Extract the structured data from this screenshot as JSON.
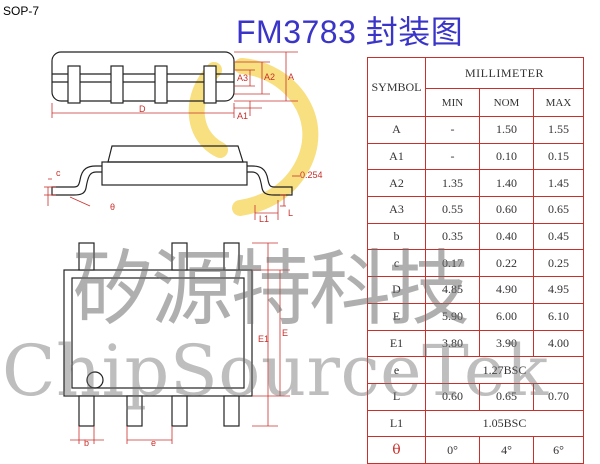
{
  "package": "SOP-7",
  "title": "FM3783 封装图",
  "watermark": {
    "chinese": "矽源特科技",
    "english": "ChipSourceTek"
  },
  "drawing_labels": {
    "A": "A",
    "A1": "A1",
    "A2": "A2",
    "A3": "A3",
    "D": "D",
    "c": "c",
    "theta": "θ",
    "L": "L",
    "L1": "L1",
    "gauge": "0.254",
    "E": "E",
    "E1": "E1",
    "b": "b",
    "e": "e"
  },
  "colors": {
    "title": "#3a35c8",
    "dimension": "#c9302c",
    "outline": "#222222",
    "logo": "#f5d24a"
  },
  "table": {
    "symbol_header": "SYMBOL",
    "unit_header": "MILLIMETER",
    "col_headers": [
      "MIN",
      "NOM",
      "MAX"
    ],
    "rows": [
      {
        "symbol": "A",
        "min": "-",
        "nom": "1.50",
        "max": "1.55"
      },
      {
        "symbol": "A1",
        "min": "-",
        "nom": "0.10",
        "max": "0.15"
      },
      {
        "symbol": "A2",
        "min": "1.35",
        "nom": "1.40",
        "max": "1.45"
      },
      {
        "symbol": "A3",
        "min": "0.55",
        "nom": "0.60",
        "max": "0.65"
      },
      {
        "symbol": "b",
        "min": "0.35",
        "nom": "0.40",
        "max": "0.45"
      },
      {
        "symbol": "c",
        "min": "0.17",
        "nom": "0.22",
        "max": "0.25"
      },
      {
        "symbol": "D",
        "min": "4.85",
        "nom": "4.90",
        "max": "4.95"
      },
      {
        "symbol": "E",
        "min": "5.90",
        "nom": "6.00",
        "max": "6.10"
      },
      {
        "symbol": "E1",
        "min": "3.80",
        "nom": "3.90",
        "max": "4.00"
      },
      {
        "symbol": "e",
        "span": "1.27BSC"
      },
      {
        "symbol": "L",
        "min": "0.60",
        "nom": "0.65",
        "max": "0.70"
      },
      {
        "symbol": "L1",
        "span": "1.05BSC"
      },
      {
        "symbol": "θ",
        "min": "0°",
        "nom": "4°",
        "max": "6°"
      }
    ]
  }
}
